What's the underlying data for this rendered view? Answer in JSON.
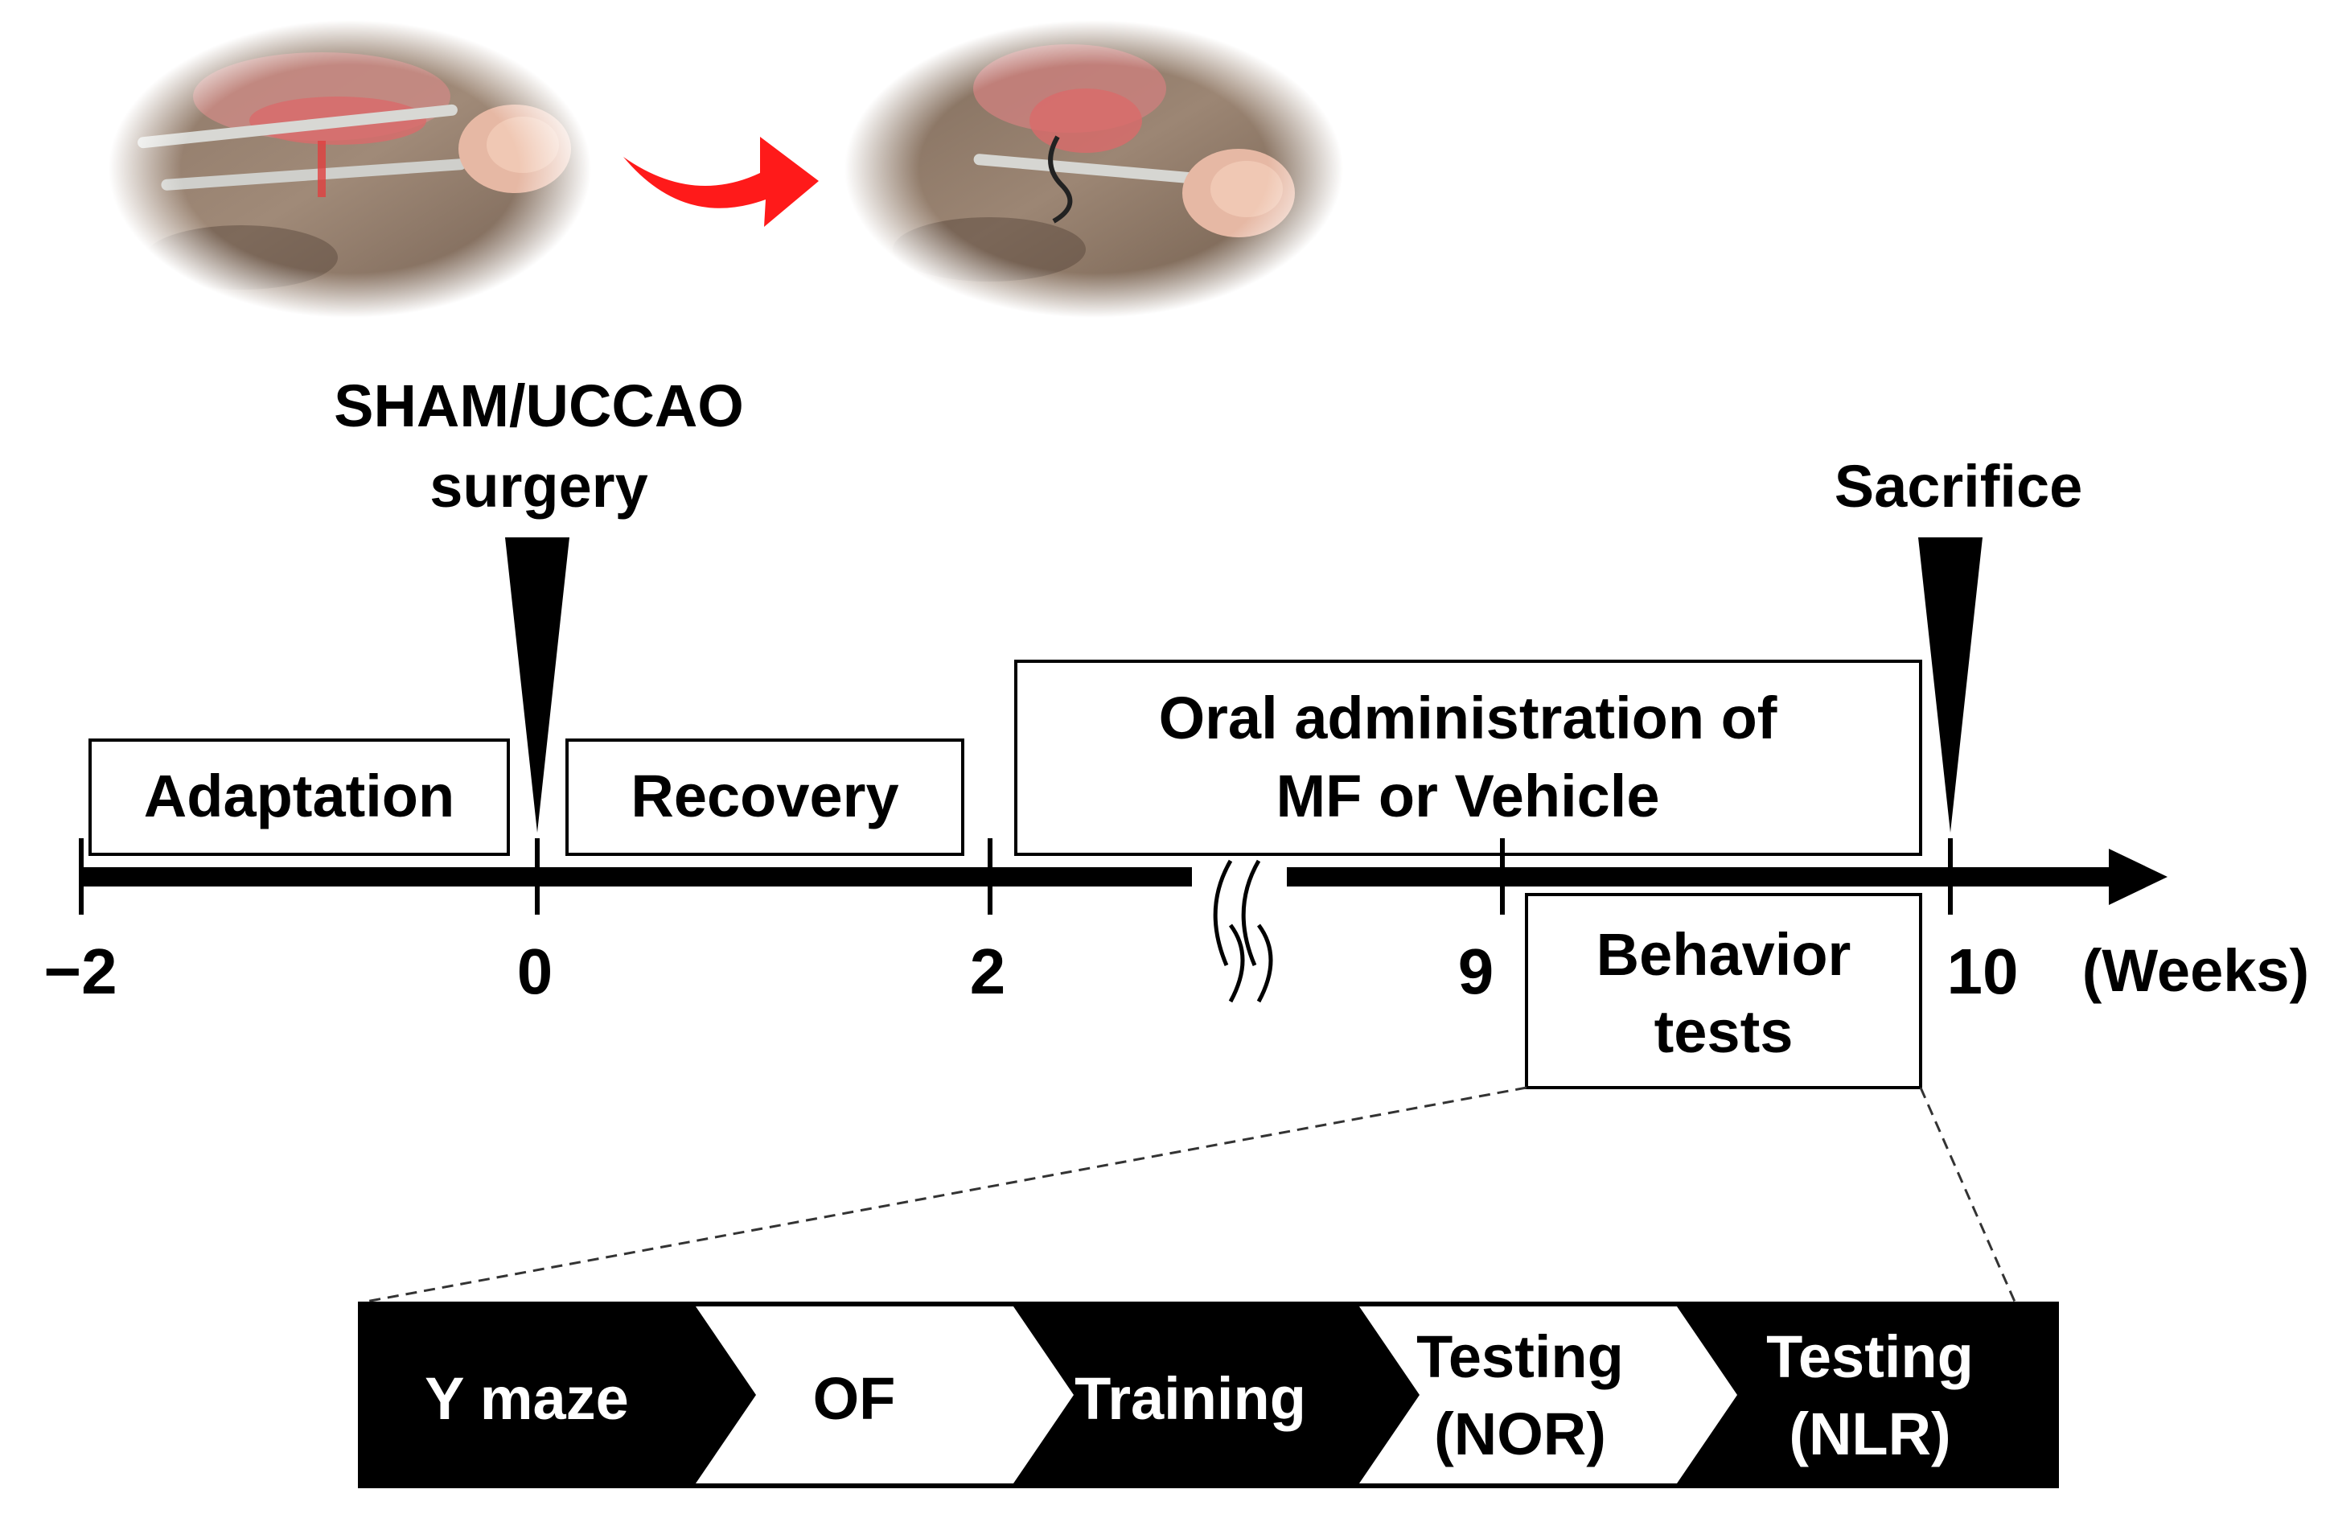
{
  "photos": {
    "left": "surgery-photo-before",
    "right": "surgery-photo-after",
    "arrow_color": "#ff1a1a"
  },
  "surgery_label": {
    "line1": "SHAM/UCCAO",
    "line2": "surgery"
  },
  "sacrifice_label": "Sacrifice",
  "phases": {
    "adaptation": "Adaptation",
    "recovery": "Recovery",
    "oral_line1": "Oral administration of",
    "oral_line2": "MF or Vehicle",
    "behavior_line1": "Behavior",
    "behavior_line2": "tests"
  },
  "ticks": {
    "t_minus2": "−2",
    "t0": "0",
    "t2": "2",
    "t9": "9",
    "t10": "10",
    "unit": "(Weeks)"
  },
  "sequence": {
    "step1": "Y maze",
    "step2": "OF",
    "step3": "Training",
    "step4_line1": "Testing",
    "step4_line2": "(NOR)",
    "step5_line1": "Testing",
    "step5_line2": "(NLR)"
  }
}
